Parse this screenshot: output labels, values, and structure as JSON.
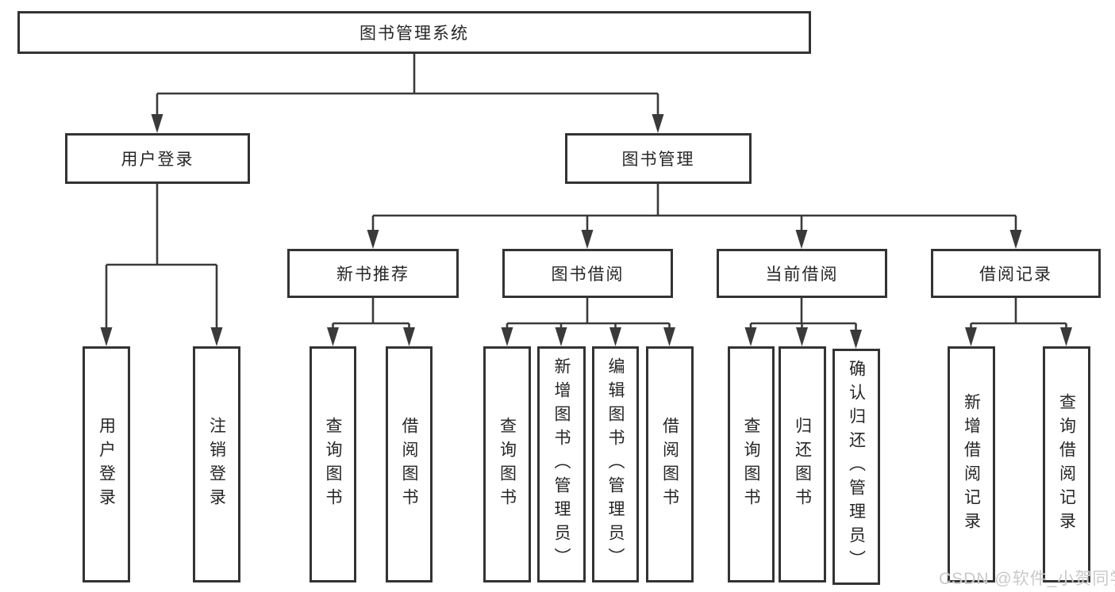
{
  "diagram": {
    "root": {
      "label": "图书管理系统"
    },
    "branches": [
      {
        "label": "用户登录",
        "children": [
          {
            "label": "用户登录"
          },
          {
            "label": "注销登录"
          }
        ]
      },
      {
        "label": "图书管理",
        "children": [
          {
            "label": "新书推荐",
            "children": [
              {
                "label": "查询图书"
              },
              {
                "label": "借阅图书"
              }
            ]
          },
          {
            "label": "图书借阅",
            "children": [
              {
                "label": "查询图书"
              },
              {
                "label": "新增图书（管理员）"
              },
              {
                "label": "编辑图书（管理员）"
              },
              {
                "label": "借阅图书"
              }
            ]
          },
          {
            "label": "当前借阅",
            "children": [
              {
                "label": "查询图书"
              },
              {
                "label": "归还图书"
              },
              {
                "label": "确认归还（管理员）"
              }
            ]
          },
          {
            "label": "借阅记录",
            "children": [
              {
                "label": "新增借阅记录"
              },
              {
                "label": "查询借阅记录"
              }
            ]
          }
        ]
      }
    ]
  },
  "watermark": {
    "text": "CSDN @软件_小贺同学"
  },
  "colors": {
    "line": "#3a3a3a",
    "box_border": "#333333",
    "text": "#262626",
    "background": "#ffffff",
    "watermark": "#c9c9c9"
  }
}
